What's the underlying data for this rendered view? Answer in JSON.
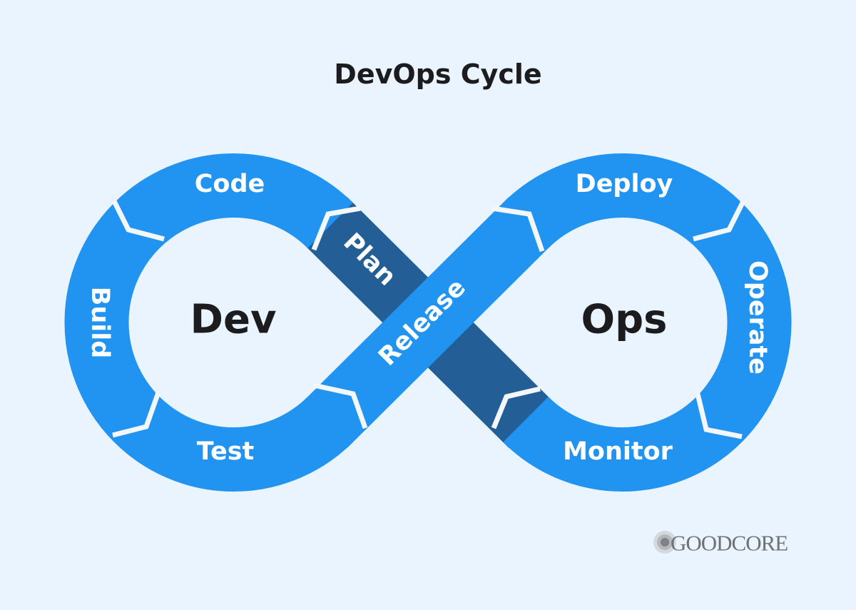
{
  "title": "DevOps Cycle",
  "centers": {
    "left": "Dev",
    "right": "Ops"
  },
  "stages": {
    "plan": "Plan",
    "code": "Code",
    "build": "Build",
    "test": "Test",
    "release": "Release",
    "deploy": "Deploy",
    "operate": "Operate",
    "monitor": "Monitor"
  },
  "logo": {
    "text": "GOODCORE"
  },
  "colors": {
    "background": "#EAF4FE",
    "ring": "#2193F0",
    "plan_band": "#245E96",
    "separator": "#F4F7FA",
    "text_dark": "#1C1C1F"
  }
}
